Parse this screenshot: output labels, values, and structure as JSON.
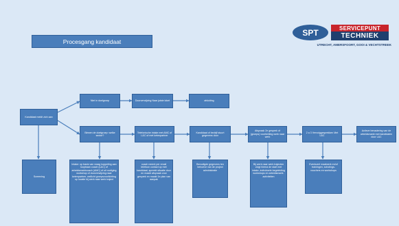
{
  "title": "Procesgang kandidaat",
  "logo": {
    "mark": "SPT",
    "line1": "SERVICEPUNT",
    "line2": "TECHNIEK",
    "tagline": "UTRECHT, AMERSFOORT, GOOI & VECHTSTREEK"
  },
  "nodes": {
    "start": "Kandidaat meldt zich aan",
    "niet_doelgroep": "Niet in doelgroep",
    "doorverwijzing": "Doorverwijzing Naar juiste loket",
    "afsluiting": "afsluiting",
    "binnen_doelgroep": "Binnen de doelgroep: welke sector?",
    "telefonische_intake": "Telefonische intake met AMC of L&C of met ketenpartner",
    "kandidaat_bedrijf": "Kandidaat of bedrijf stuurt gegevens door",
    "afspraak": "Afspraak 2e gesprek of (groeps) voorlichting werk naar werk",
    "vervolggesprekken": "2 a 3 Vervolggesprekken Met L&C",
    "actieve_benadering": "Actieve benadering van de arbeidsmarkt met kandidaten door L&C",
    "screening": "Screening",
    "intake_detail": "Intake: op basis van vraag koppeling aan loopbaan coach (L&C) of arbeidsmarktcoach (AMC) of uit nodiging workshop of doorverwijzing naar ketenpartner, wellicht groepsvoorlichting op locatie bij werk naar werk traject",
    "coach_detail": "coach neemt per email telefoon contact op met kandidaat, spreekt situatie door en maakt afspraak voor gesprek en maakt 1e plan van aanpak",
    "gegevens_detail": "Benodigde gegevens ten behoeve van de project administratie",
    "werk_detail": "Bij werk naar werk trajecten volgt hierna de start met intake, individuele begeleiding workshops en arbeidsmarkt-activiteiten",
    "eventueel_detail": "Eventueel maatwerk en/of trainingen, scholings-vouchers en workshops"
  },
  "colors": {
    "background": "#dbe8f6",
    "box": "#4a7ebb",
    "box_border": "#2f5f99",
    "arrow": "#4a7ebb",
    "logo_red": "#c8242b",
    "logo_navy": "#1f3f6e"
  }
}
